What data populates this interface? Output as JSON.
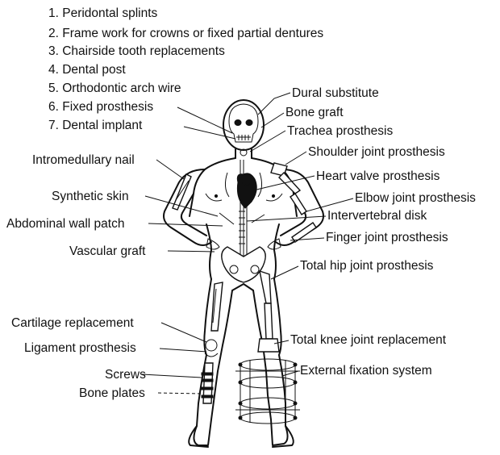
{
  "dental_list": [
    "1. Peridontal splints",
    "2. Frame work for crowns or fixed partial dentures",
    "3. Chairside tooth replacements",
    "4. Dental post",
    "5. Orthodontic arch wire",
    "6. Fixed prosthesis",
    "7. Dental implant"
  ],
  "left_labels": [
    "Intromedullary nail",
    "Synthetic skin",
    "Abdominal wall patch",
    "Vascular graft",
    "Cartilage replacement",
    "Ligament prosthesis",
    "Screws",
    "Bone plates"
  ],
  "right_labels": [
    "Dural substitute",
    "Bone graft",
    "Trachea prosthesis",
    "Shoulder joint prosthesis",
    "Heart valve prosthesis",
    "Elbow joint prosthesis",
    "Intervertebral disk",
    "Finger joint prosthesis",
    "Total hip joint prosthesis",
    "Total knee joint replacement",
    "External fixation system"
  ]
}
